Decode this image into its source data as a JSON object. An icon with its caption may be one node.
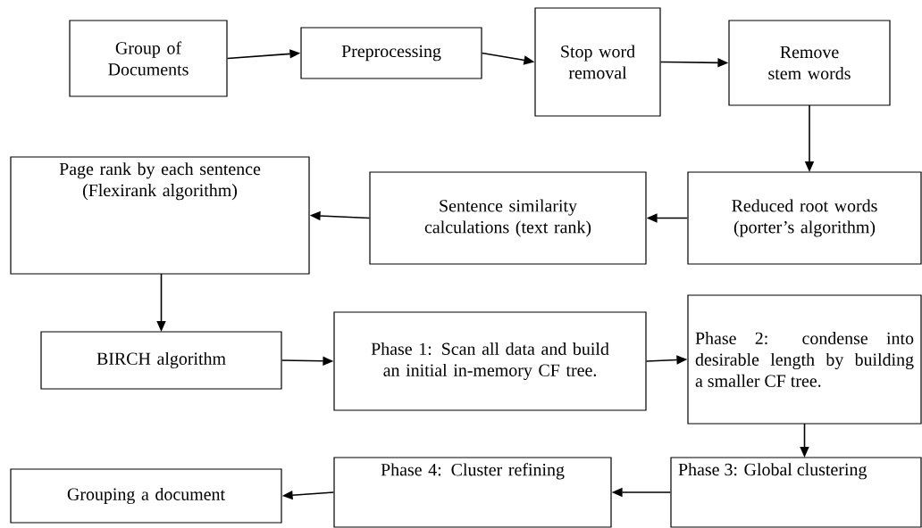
{
  "diagram": {
    "nodes": [
      {
        "text": [
          "Group of Documents"
        ]
      },
      {
        "text": [
          "Preprocessing"
        ]
      },
      {
        "text": [
          "Stop word removal"
        ]
      },
      {
        "text": [
          "Remove stem words"
        ]
      },
      {
        "text": [
          "Reduced root words (porter’s algorithm)"
        ]
      },
      {
        "text": [
          "Sentence similarity calculations (text rank)"
        ]
      },
      {
        "text": [
          "Page rank by each sentence (Flexirank algorithm)"
        ]
      },
      {
        "text": [
          "BIRCH algorithm"
        ]
      },
      {
        "text": [
          "Phase 1: Scan all data and build an initial in-memory CF tree."
        ]
      },
      {
        "text": [
          "Phase 2: condense into desirable length by building a smaller CF tree."
        ]
      },
      {
        "text": [
          "Phase 3: Global clustering"
        ]
      },
      {
        "text": [
          "Phase 4: Cluster refining"
        ]
      },
      {
        "text": [
          "Grouping a document"
        ]
      }
    ],
    "edges": [
      {
        "from": 0,
        "to": 1,
        "arrow": "to"
      },
      {
        "from": 1,
        "to": 2,
        "arrow": "to"
      },
      {
        "from": 2,
        "to": 3,
        "arrow": "to"
      },
      {
        "from": 3,
        "to": 4,
        "arrow": "to"
      },
      {
        "from": 4,
        "to": 5,
        "arrow": "to"
      },
      {
        "from": 5,
        "to": 6,
        "arrow": "to"
      },
      {
        "from": 6,
        "to": 7,
        "arrow": "to"
      },
      {
        "from": 7,
        "to": 8,
        "arrow": "to"
      },
      {
        "from": 8,
        "to": 9,
        "arrow": "to"
      },
      {
        "from": 9,
        "to": 10,
        "arrow": "to"
      },
      {
        "from": 10,
        "to": 11,
        "arrow": "to"
      },
      {
        "from": 11,
        "to": 12,
        "arrow": "to"
      }
    ]
  }
}
